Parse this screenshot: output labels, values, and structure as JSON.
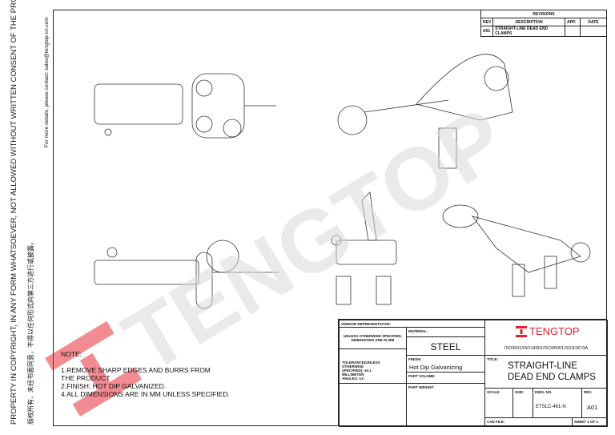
{
  "side": {
    "copyright_en": "PROPERTY IN COPYRIGHT, IN ANY FORM WHATSOEVER, NOT ALLOWED WITHOUT WRITTEN CONSENT OF THE PROPRIETORS.",
    "copyright_cn": "版权所有，未经书面同意，不得以任何形式向第三方进行或披露。",
    "contact": "For more details, please contact: sales@tengtop-cn.com"
  },
  "revisions": {
    "title": "REVISIONS",
    "headers": [
      "REV",
      "DESCRIPTION",
      "APP.",
      "DATE"
    ],
    "rows": [
      [
        "A01",
        "STRAIGHT-LINE DEAD END CLAMPS",
        "",
        ""
      ]
    ]
  },
  "notes": {
    "heading": "NOTE:",
    "lines": [
      "1.REMOVE SHARP EDGES AND BURRS FROM THE PRODUCT",
      "2.FINISH: HOT DIP GALVANIZED.",
      "4.ALL DIMENSIONS ARE IN MM UNLESS SPECIFIED."
    ]
  },
  "watermark": "TENGTOP",
  "title_block": {
    "vendor_label": "VENDOR REPRESENTATIVE:",
    "units_note": "UNLESS OTHERWISE SPECIFIED, DIMENSIONS ARE IN MM",
    "tolerance_note": "TOLERANCE(UNLESS OTHERWISE SPECIFIED): ±0.1 MILLIMETER ANGLES: ±1°",
    "material_label": "MATERIAL:",
    "material": "STEEL",
    "finish_label": "FINISH:",
    "finish": "Hot Dip Galvanizing",
    "part_volume_label": "PART VOLUME:",
    "part_weight_label": "PART WEIGHT:",
    "brand": "TENGTOP",
    "certs": "ISO9001/ISO14001/ISO45001/SGS/3C/3A",
    "title_label": "TITLE:",
    "title_line1": "STRAIGHT-LINE",
    "title_line2": "DEAD END CLAMPS",
    "scale_label": "SCALE:",
    "size_label": "SIZE:",
    "dwg_label": "DWG. NO.",
    "dwg_no": "ETSLC-461-N",
    "rev_label": "REV.",
    "rev": "A01",
    "cad_label": "CAD FILE:",
    "sheet": "SHEET 1 OF 1",
    "brand_color": "#e0212b"
  }
}
